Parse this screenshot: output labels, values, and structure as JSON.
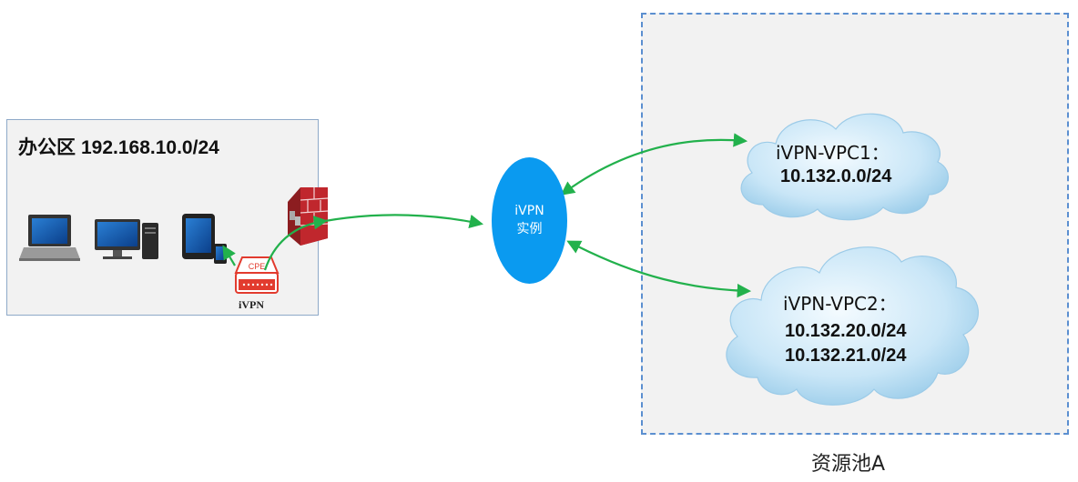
{
  "office": {
    "title": "办公区",
    "subnet": "192.168.10.0/24",
    "cpe_label": "CPE",
    "ivpn_label": "iVPN"
  },
  "instance": {
    "line1": "iVPN",
    "line2": "实例",
    "color": "#0a9af0"
  },
  "pool": {
    "label": "资源池A",
    "clouds": [
      {
        "name": "iVPN-VPC1：",
        "subnets": [
          "10.132.0.0/24"
        ]
      },
      {
        "name": "iVPN-VPC2：",
        "subnets": [
          "10.132.20.0/24",
          "10.132.21.0/24"
        ]
      }
    ]
  },
  "colors": {
    "link": "#22b14c",
    "pool_border": "#5b8fd0",
    "firewall": "#c0272d",
    "cpe": "#e23b2e"
  },
  "icons": [
    "laptop-icon",
    "desktop-icon",
    "tablet-icon",
    "phone-icon",
    "cpe-router-icon",
    "firewall-icon",
    "cloud-icon"
  ]
}
